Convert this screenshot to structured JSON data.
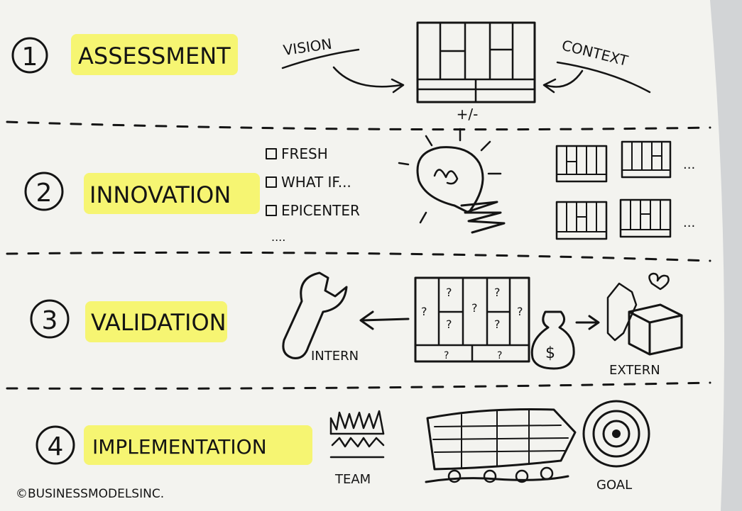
{
  "colors": {
    "paper": "#f3f3ef",
    "ink": "#141414",
    "highlight": "#f6f45c"
  },
  "steps": [
    {
      "number": "1",
      "title": "ASSESSMENT"
    },
    {
      "number": "2",
      "title": "INNOVATION"
    },
    {
      "number": "3",
      "title": "VALIDATION"
    },
    {
      "number": "4",
      "title": "IMPLEMENTATION"
    }
  ],
  "assessment": {
    "vision": "VISION",
    "context": "CONTEXT",
    "plus_minus": "+/-"
  },
  "innovation": {
    "checklist": [
      "FRESH",
      "WHAT IF...",
      "EPICENTER"
    ],
    "more": "....",
    "ellipsis": "..."
  },
  "validation": {
    "question_mark": "?",
    "dollar": "$",
    "intern": "INTERN",
    "extern": "EXTERN"
  },
  "implementation": {
    "team": "TEAM",
    "goal": "GOAL"
  },
  "footer": {
    "copyright": "©BUSINESSMODELSINC."
  }
}
